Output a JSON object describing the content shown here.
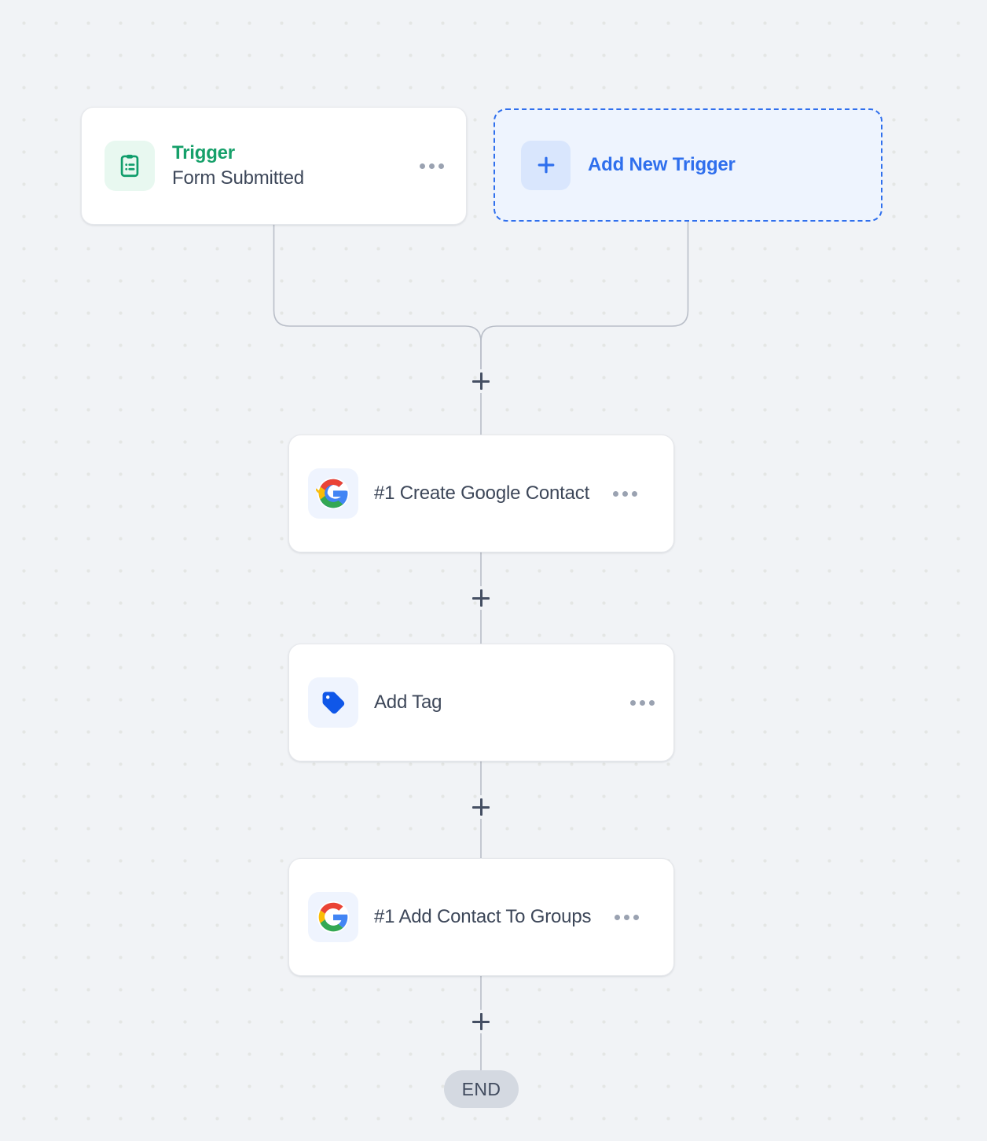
{
  "canvas": {
    "background_color": "#f1f3f6",
    "dot_color": "#e4e6e4"
  },
  "colors": {
    "trigger_green": "#16a06a",
    "accent_blue": "#2f6fed",
    "text_slate": "#3d4759",
    "dots_gray": "#9aa2b1",
    "end_badge": "#d4d9e1"
  },
  "trigger": {
    "icon": "clipboard-list-icon",
    "title": "Trigger",
    "subtitle": "Form Submitted",
    "menu": "more-options-icon"
  },
  "add_trigger": {
    "icon": "plus-icon",
    "label": "Add New Trigger"
  },
  "actions": [
    {
      "icon": "google-logo-icon",
      "label": "#1 Create Google Contact",
      "menu": "more-options-icon"
    },
    {
      "icon": "tag-icon",
      "label": "Add Tag",
      "menu": "more-options-icon"
    },
    {
      "icon": "google-logo-icon",
      "label": "#1 Add Contact To Groups",
      "menu": "more-options-icon"
    }
  ],
  "connectors": {
    "add_step_label": "+"
  },
  "end": {
    "label": "END"
  }
}
